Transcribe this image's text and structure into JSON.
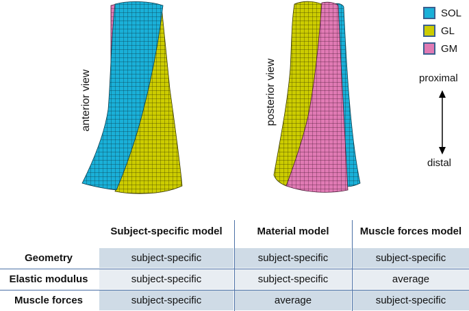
{
  "views": {
    "anterior_label": "anterior view",
    "posterior_label": "posterior view"
  },
  "legend": [
    {
      "label": "SOL",
      "color": "#1ab0d8"
    },
    {
      "label": "GL",
      "color": "#cccc00"
    },
    {
      "label": "GM",
      "color": "#e07ab4"
    }
  ],
  "axis": {
    "proximal": "proximal",
    "distal": "distal"
  },
  "table": {
    "headers": [
      "Subject-specific model",
      "Material model",
      "Muscle forces model"
    ],
    "rows": [
      {
        "label": "Geometry",
        "cells": [
          "subject-specific",
          "subject-specific",
          "subject-specific"
        ]
      },
      {
        "label": "Elastic modulus",
        "cells": [
          "subject-specific",
          "subject-specific",
          "average"
        ]
      },
      {
        "label": "Muscle forces",
        "cells": [
          "subject-specific",
          "average",
          "subject-specific"
        ]
      }
    ]
  }
}
